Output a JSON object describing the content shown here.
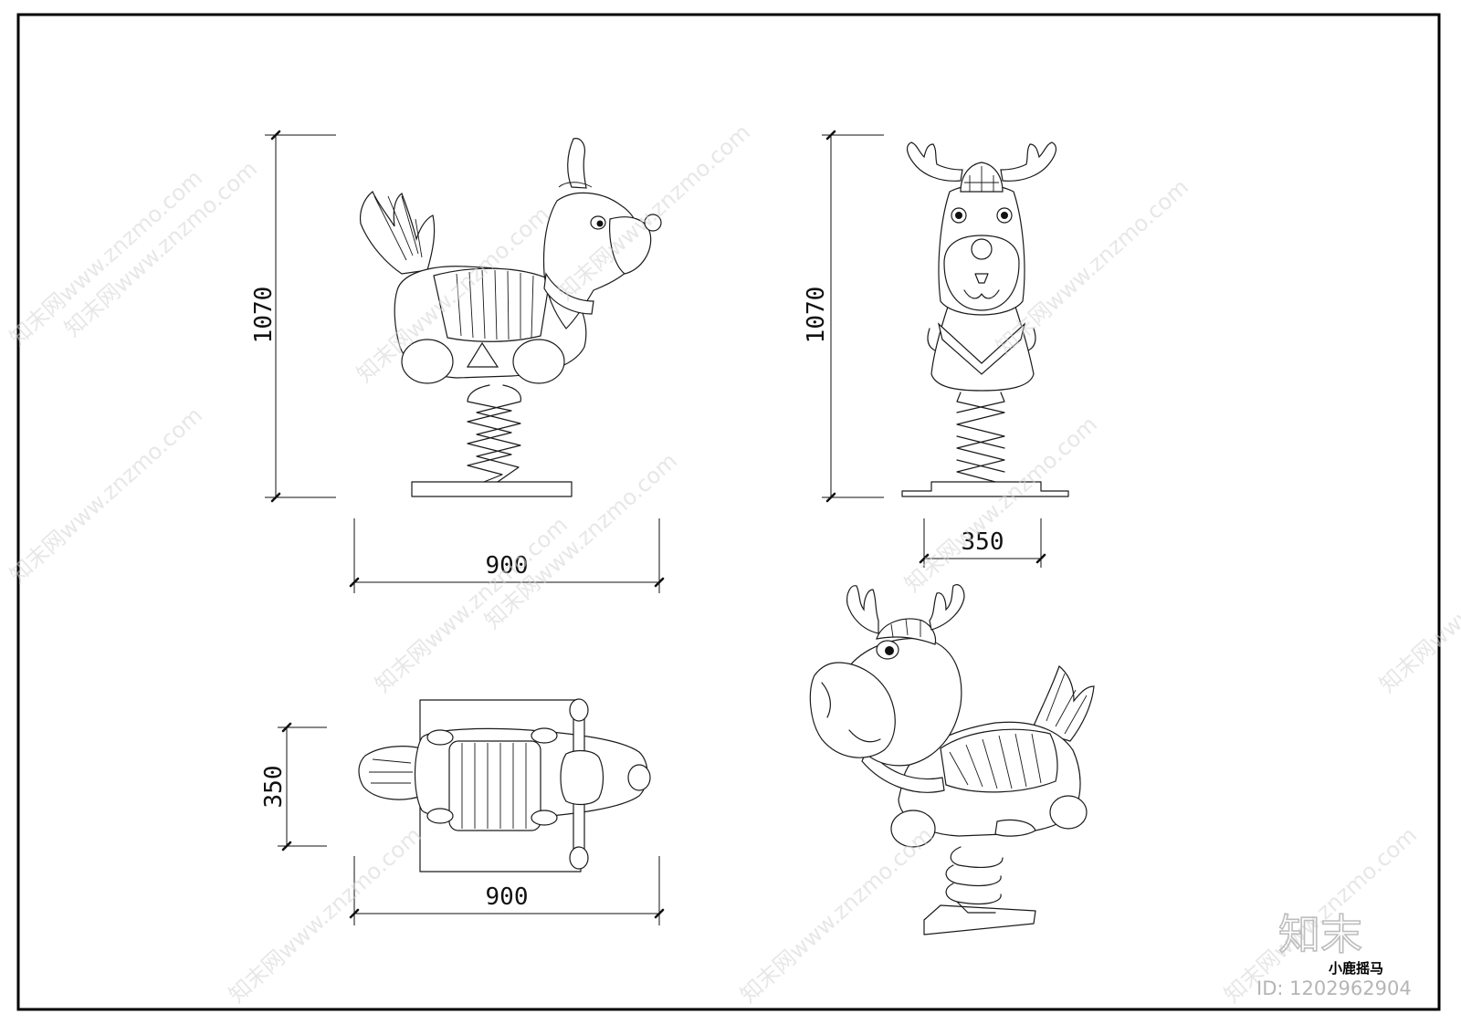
{
  "drawing": {
    "caption": "小鹿摇马",
    "brand_logo": "知末",
    "image_id": "ID: 1202962904",
    "watermark_text": "知末网www.znzmo.com"
  },
  "dimensions": {
    "side_height": "1070",
    "side_width": "900",
    "front_height": "1070",
    "front_width": "350",
    "top_depth": "350",
    "top_width": "900"
  },
  "views": [
    "side-elevation",
    "front-elevation",
    "plan-view",
    "perspective-view"
  ],
  "colors": {
    "line": "#1a1a1a",
    "watermark": "#d4d4d4",
    "background": "#ffffff"
  }
}
